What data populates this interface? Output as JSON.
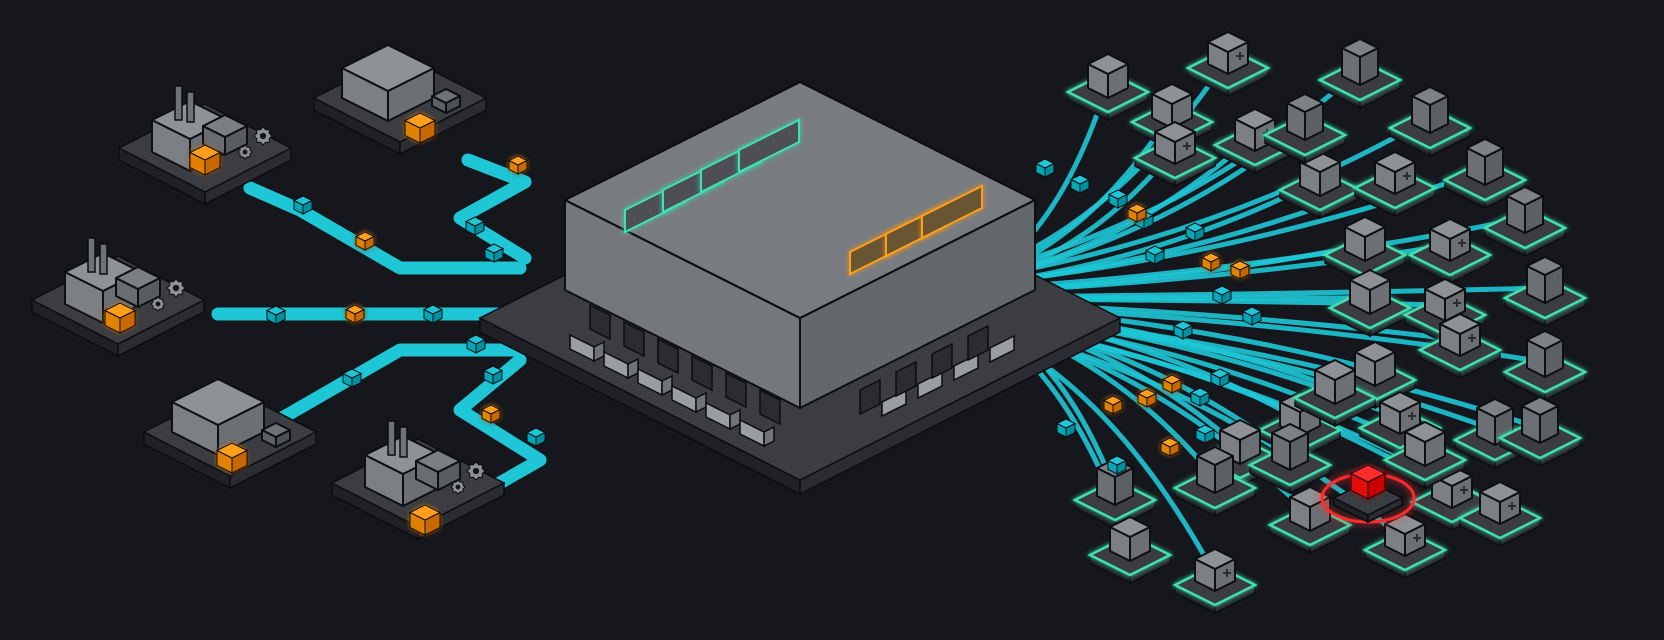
{
  "colors": {
    "background": "#15171c",
    "flow_line": "#1ec6d6",
    "highlight": "#ff9f1c",
    "node_glow": "#3fe0b0",
    "alert": "#ff2a2a",
    "platform": "#3b3d42",
    "building": "#8e9196"
  },
  "icons": {
    "supplier": "factory-icon",
    "warehouse": "warehouse-icon",
    "package": "package-box-icon",
    "gear": "gear-icon",
    "store": "store-icon",
    "pharmacy": "pharmacy-cross-icon",
    "truck": "truck-icon",
    "alert_package": "alert-package-icon"
  },
  "suppliers": [
    {
      "id": "supplier-factory-1",
      "kind": "factory"
    },
    {
      "id": "supplier-warehouse-1",
      "kind": "warehouse"
    },
    {
      "id": "supplier-factory-2",
      "kind": "factory"
    },
    {
      "id": "supplier-warehouse-2",
      "kind": "warehouse"
    },
    {
      "id": "supplier-factory-3",
      "kind": "factory"
    }
  ],
  "hub": {
    "kind": "distribution-center",
    "docked_trucks": 10
  },
  "destinations_count": 36,
  "alert_destination": {
    "status": "exception"
  }
}
